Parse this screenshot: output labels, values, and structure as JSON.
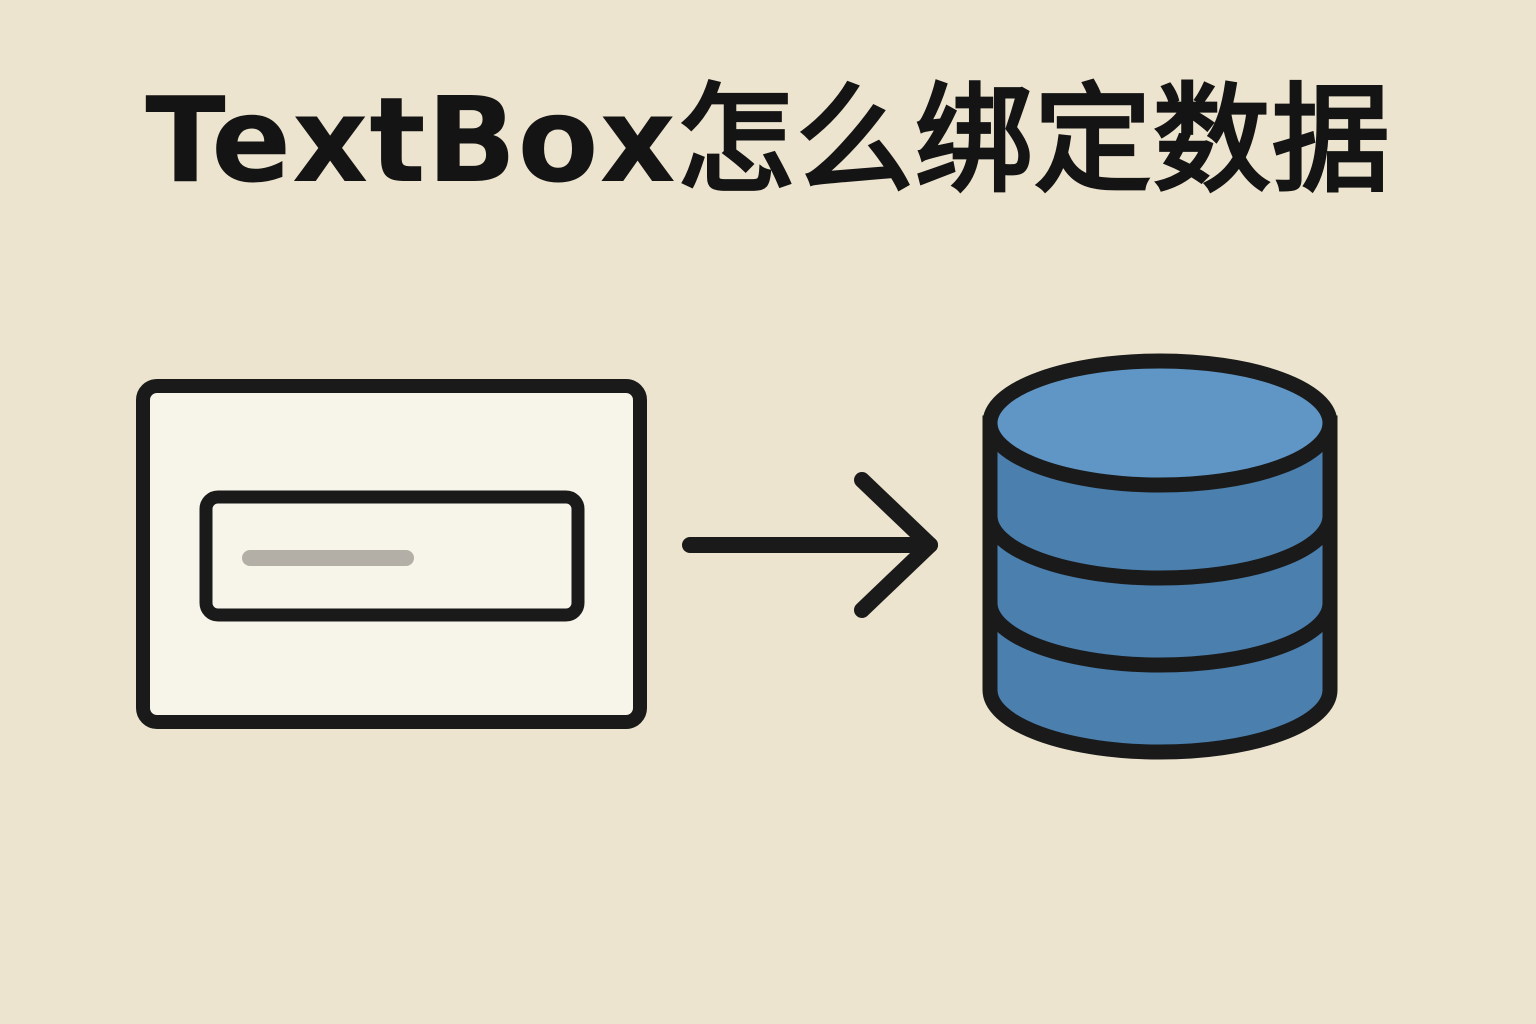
{
  "title": "TextBox怎么绑定数据",
  "diagram": {
    "source": {
      "name": "textbox-window",
      "icon": "textbox-icon"
    },
    "connector": {
      "name": "arrow",
      "icon": "arrow-right-icon"
    },
    "target": {
      "name": "database",
      "icon": "database-icon"
    }
  },
  "colors": {
    "background": "#ede4cf",
    "panel": "#f7f4ea",
    "outline": "#1a1a1a",
    "placeholder_line": "#b3afa6",
    "database_top": "#5f96c6",
    "database_body": "#4a7fae"
  }
}
